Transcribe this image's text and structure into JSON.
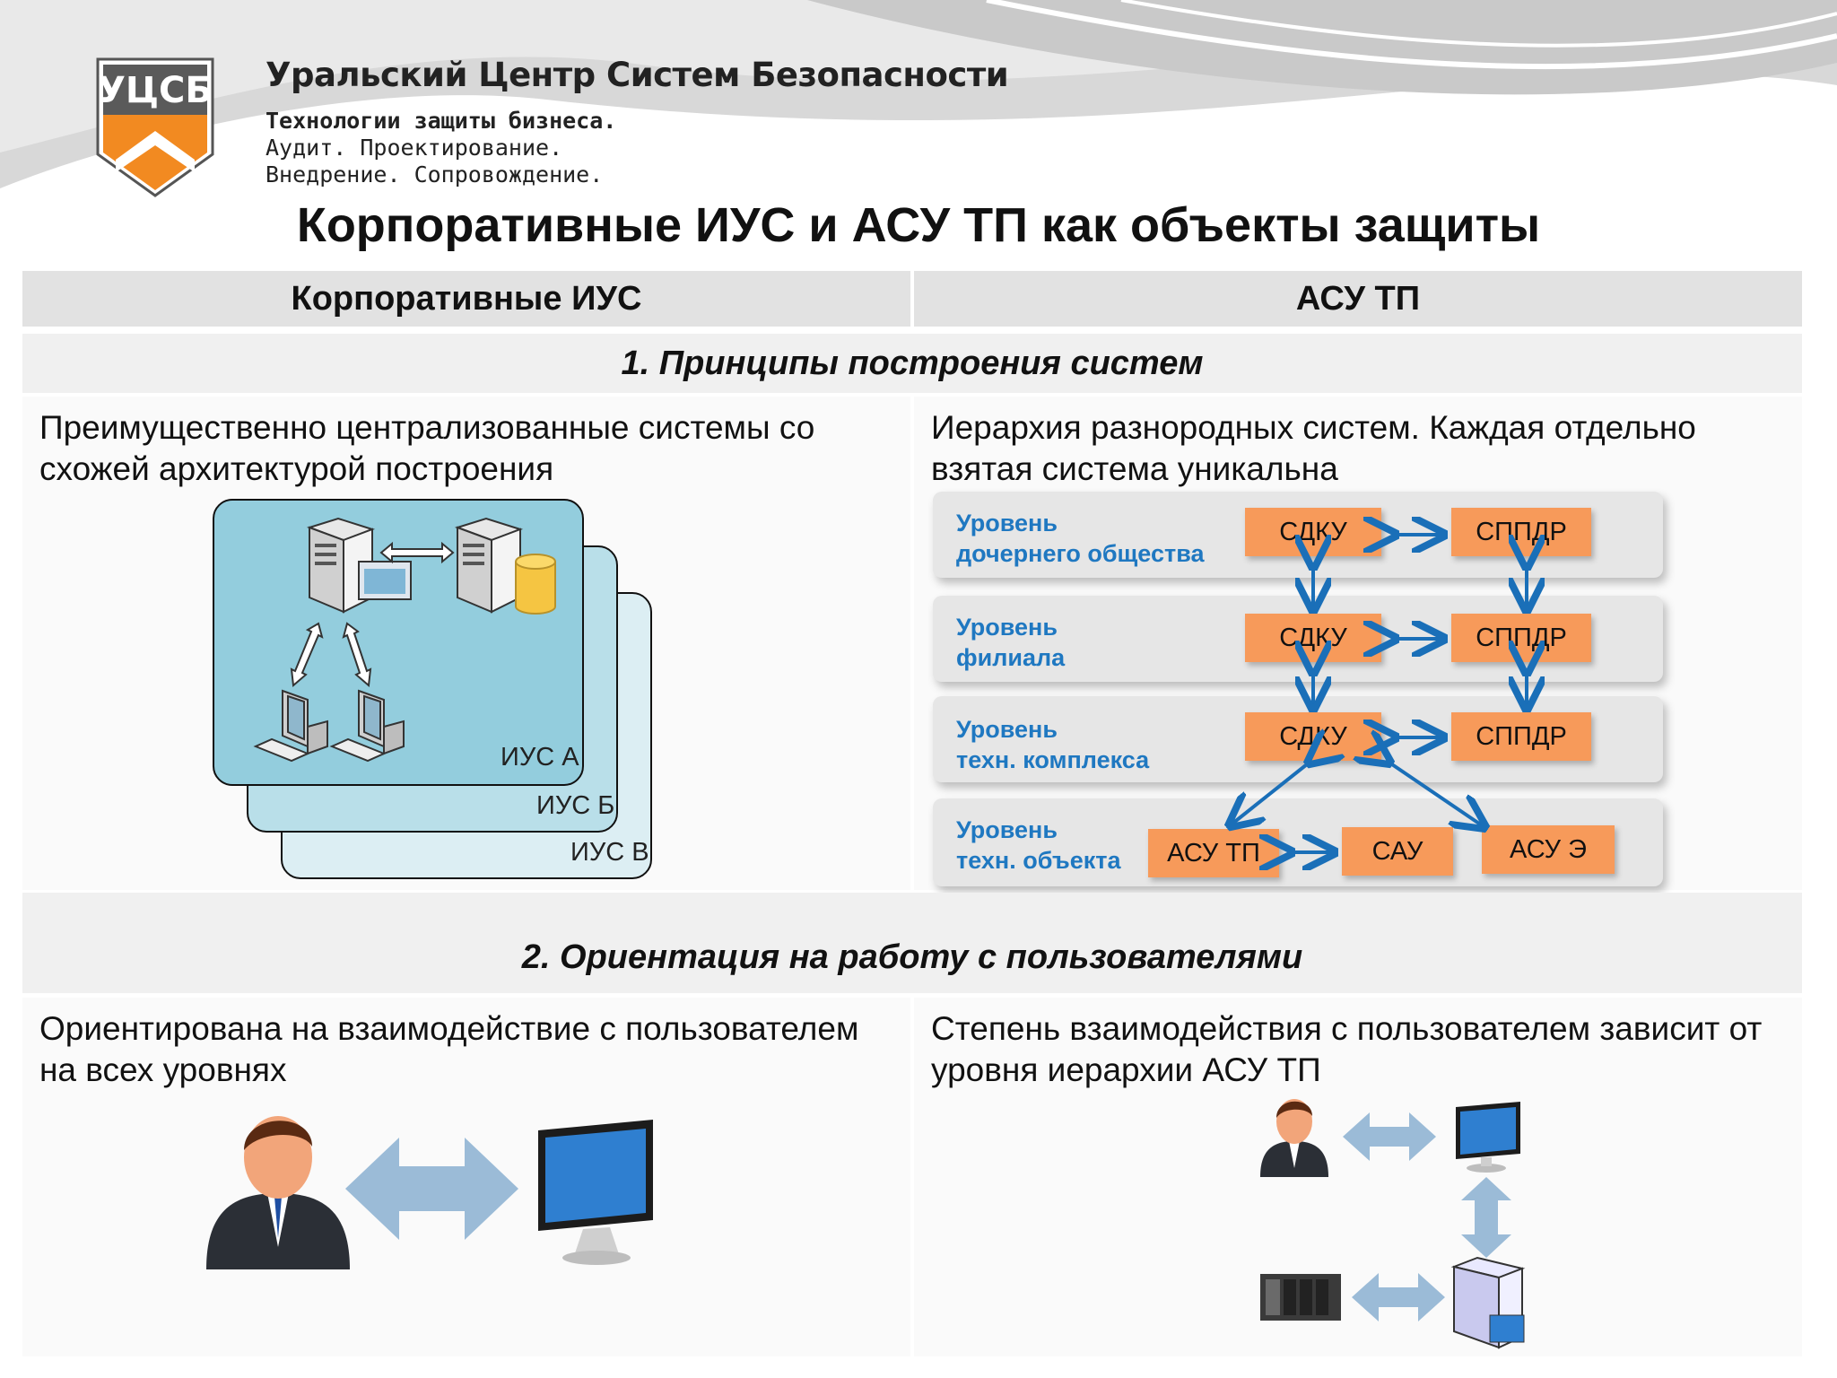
{
  "header": {
    "logo_text": "УЦСБ",
    "org_name": "Уральский Центр Систем Безопасности",
    "slogan_line1": "Технологии защиты бизнеса.",
    "slogan_line2": "Аудит. Проектирование.",
    "slogan_line3": "Внедрение. Сопровождение."
  },
  "title": "Корпоративные  ИУС и АСУ ТП как объекты защиты",
  "columns": {
    "left": "Корпоративные ИУС",
    "right": "АСУ ТП"
  },
  "section1": {
    "heading": "1. Принципы построения систем",
    "left_text": "Преимущественно централизованные системы со схожей архитектурой построения",
    "right_text": "Иерархия разнородных систем. Каждая отдельно взятая система уникальна",
    "ius_labels": [
      "ИУС А",
      "ИУС Б",
      "ИУС В"
    ],
    "levels": [
      {
        "line1": "Уровень",
        "line2": "дочернего общества",
        "boxes": [
          "СДКУ",
          "СППДР"
        ]
      },
      {
        "line1": "Уровень",
        "line2": "филиала",
        "boxes": [
          "СДКУ",
          "СППДР"
        ]
      },
      {
        "line1": "Уровень",
        "line2": "техн. комплекса",
        "boxes": [
          "СДКУ",
          "СППДР"
        ]
      },
      {
        "line1": "Уровень",
        "line2": "техн. объекта",
        "boxes": [
          "АСУ ТП",
          "САУ",
          "АСУ Э"
        ]
      }
    ]
  },
  "section2": {
    "heading": "2. Ориентация на работу с пользователями",
    "left_text": "Ориентирована на взаимодействие с пользователем на всех уровнях",
    "right_text": "Степень взаимодействия с пользователем зависит от уровня иерархии АСУ ТП"
  },
  "colors": {
    "orange": "#f79a5a",
    "blue_text": "#1f78c1",
    "arrow_blue": "#1a6fb8",
    "header_gray": "#e2e2e2"
  }
}
